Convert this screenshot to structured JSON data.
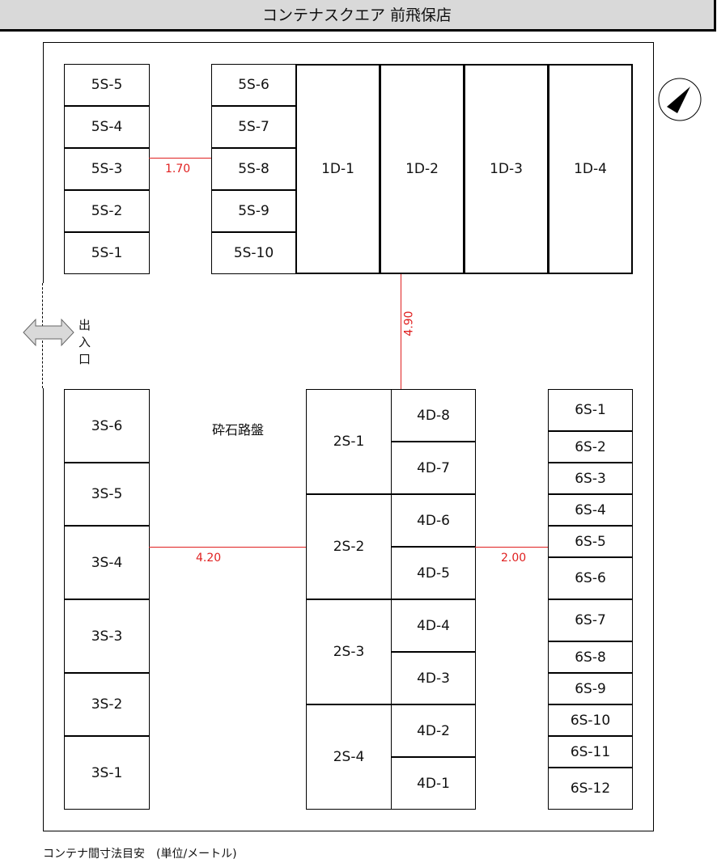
{
  "title": "コンテナスクエア 前飛保店",
  "entrance_label": "出入口",
  "surface_label": "砕石路盤",
  "footer": "コンテナ間寸法目安　(単位/メートル)",
  "dimensions": {
    "d1": "1.70",
    "d2": "4.90",
    "d3": "4.20",
    "d4": "2.00"
  },
  "units": {
    "col5a": [
      "5S-5",
      "5S-4",
      "5S-3",
      "5S-2",
      "5S-1"
    ],
    "col5b": [
      "5S-6",
      "5S-7",
      "5S-8",
      "5S-9",
      "5S-10"
    ],
    "row1d": [
      "1D-1",
      "1D-2",
      "1D-3",
      "1D-4"
    ],
    "col3": [
      "3S-6",
      "3S-5",
      "3S-4",
      "3S-3",
      "3S-2",
      "3S-1"
    ],
    "col2": [
      "2S-1",
      "2S-2",
      "2S-3",
      "2S-4"
    ],
    "col4": [
      "4D-8",
      "4D-7",
      "4D-6",
      "4D-5",
      "4D-4",
      "4D-3",
      "4D-2",
      "4D-1"
    ],
    "col6": [
      "6S-1",
      "6S-2",
      "6S-3",
      "6S-4",
      "6S-5",
      "6S-6",
      "6S-7",
      "6S-8",
      "6S-9",
      "6S-10",
      "6S-11",
      "6S-12"
    ]
  },
  "colors": {
    "dimension": "#e02020",
    "title_bg": "#d9d9d9"
  }
}
